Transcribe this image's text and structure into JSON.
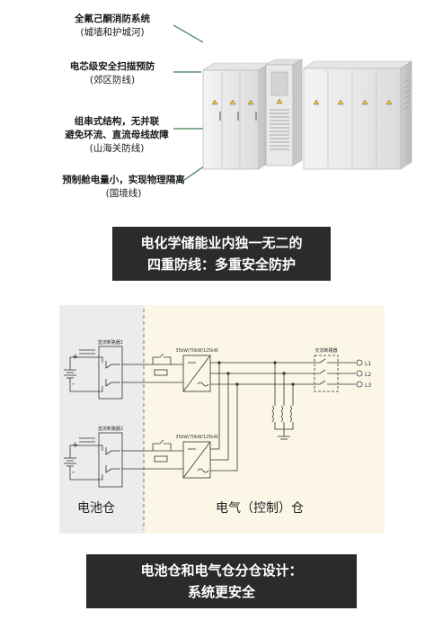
{
  "features": [
    {
      "title": "全氟己酮消防系统",
      "sub": "(城墙和护城河)"
    },
    {
      "title": "电芯级安全扫描预防",
      "sub": "(郊区防线)"
    },
    {
      "title": "组串式结构，无并联",
      "title2": "避免环流、直流母线故障",
      "sub": "(山海关防线)"
    },
    {
      "title": "预制舱电量小，实现物理隔离",
      "sub": "(国境线)"
    }
  ],
  "banner1": {
    "line1": "电化学储能业内独一无二的",
    "line2": "四重防线：多重安全防护"
  },
  "schematic": {
    "battery_label": "电池仓",
    "electrical_label": "电气（控制）仓",
    "dc_breaker_1": "直流断路器1",
    "dc_breaker_2": "直流断路器2",
    "pcs_1": "35kW/70kW/125kW",
    "pcs_2": "35kW/70kW/125kW",
    "ac_breaker": "交流断路器",
    "phases": [
      "L1",
      "L2",
      "L3"
    ],
    "plus": "+",
    "minus": "-"
  },
  "banner2": {
    "line1": "电池仓和电气仓分仓设计：",
    "line2": "系统更安全"
  },
  "colors": {
    "banner_bg": "#2b2b2b",
    "battery_bg": "#ececec",
    "electrical_bg": "#fbf6e6",
    "leader_green": "#3f7a52"
  }
}
